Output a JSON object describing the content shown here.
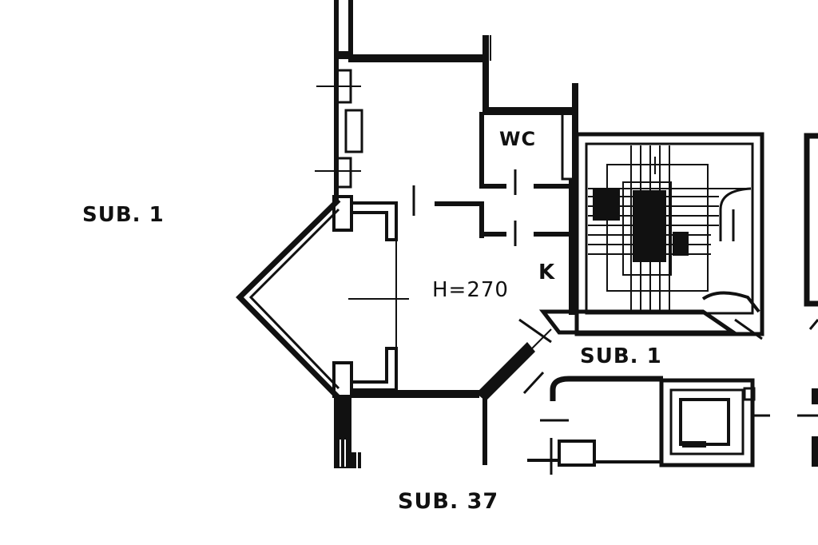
{
  "labels": {
    "sub_left": "SUB. 1",
    "sub_right": "SUB. 1",
    "sub_bottom": "SUB. 37",
    "room_wc": "WC",
    "room_k": "K",
    "height": "H=270"
  },
  "colors": {
    "ink": "#111111",
    "paper": "#ffffff"
  }
}
